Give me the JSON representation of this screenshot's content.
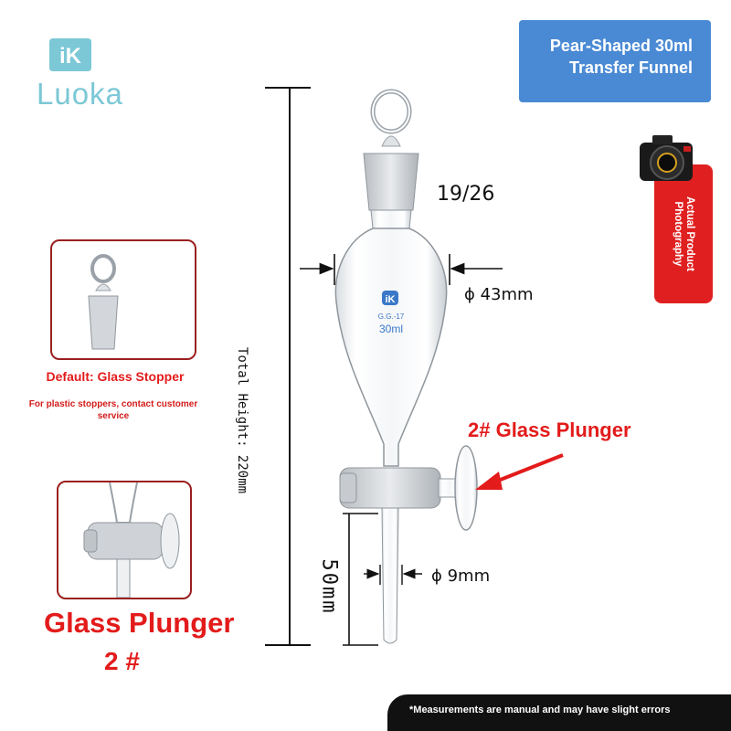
{
  "brand": {
    "logo_text": "iK",
    "name": "Luoka"
  },
  "title": {
    "line1": "Pear-Shaped 30ml",
    "line2": "Transfer Funnel"
  },
  "photo_badge": {
    "line1": "Actual Product",
    "line2": "Photography"
  },
  "funnel_marking": {
    "logo": "iK",
    "code": "G.G.-17",
    "volume": "30ml"
  },
  "dimensions": {
    "joint": "19/26",
    "body_diameter": "ϕ 43mm",
    "stem_diameter": "ϕ 9mm",
    "total_height": "Total Height: 220mm",
    "stem_length": "50mm"
  },
  "callout": {
    "plunger": "2# Glass Plunger"
  },
  "stopper_card": {
    "default_label": "Default: Glass Stopper",
    "note": "For plastic stoppers, contact customer service"
  },
  "plunger_card": {
    "label": "Glass Plunger",
    "number": "2 #"
  },
  "footer": {
    "note": "*Measurements are manual and may have slight errors"
  },
  "colors": {
    "accent_red": "#e31b1b",
    "title_blue": "#4a8ad4",
    "brand_teal": "#7cc8d6",
    "footer_bg": "#111111"
  }
}
